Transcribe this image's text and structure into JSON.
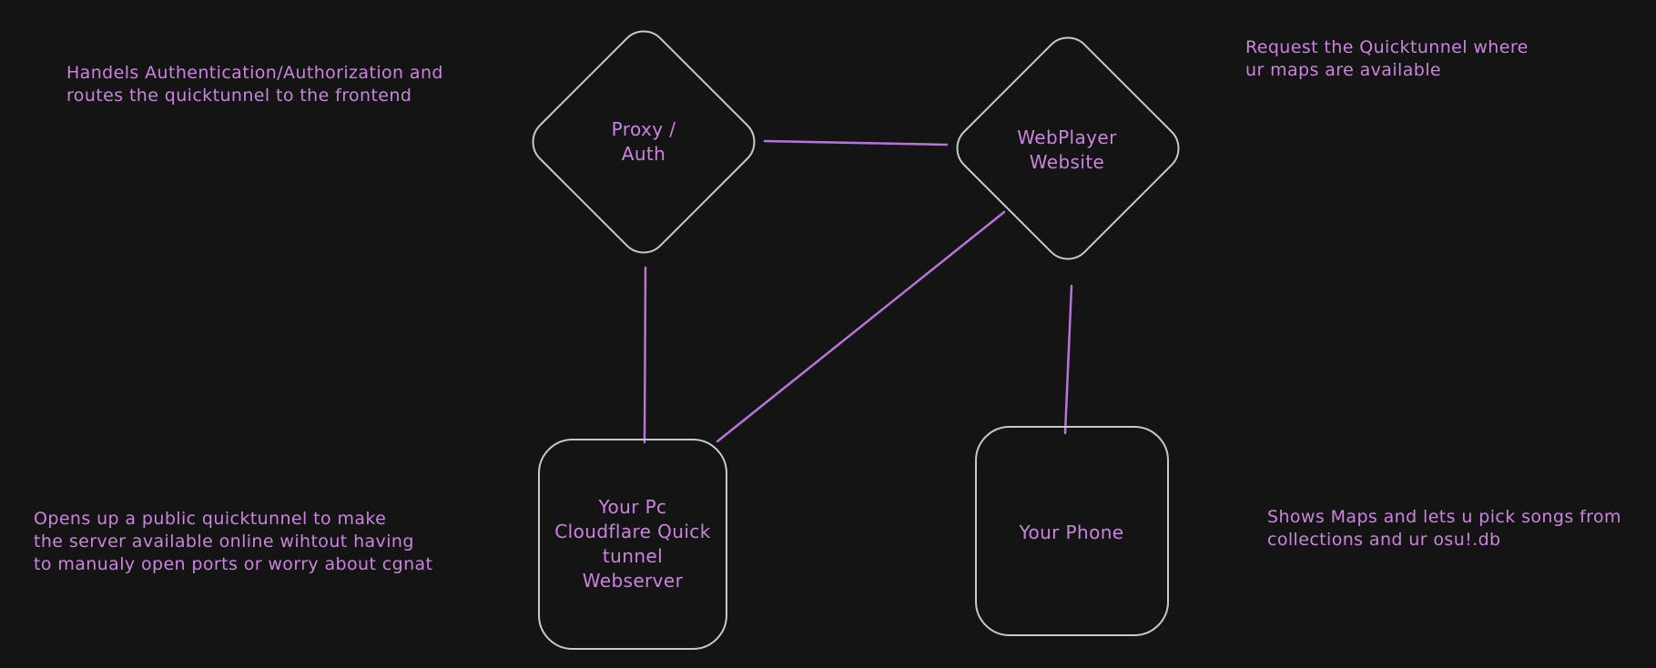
{
  "app": {
    "name": "whiteboard-diagram-canvas",
    "theme": "dark"
  },
  "colors": {
    "canvas_bg": "#141414",
    "shape_stroke": "#c6cacd",
    "text_purple": "#ca84de",
    "line_purple": "#bb72dd"
  },
  "nodes": {
    "proxy": {
      "shape": "diamond",
      "label": "Proxy /\nAuth"
    },
    "webplayer": {
      "shape": "diamond",
      "label": "WebPlayer\nWebsite"
    },
    "yourpc": {
      "shape": "rounded-rectangle",
      "label": "Your Pc\nCloudflare Quick\ntunnel\nWebserver"
    },
    "phone": {
      "shape": "rounded-rectangle",
      "label": "Your Phone"
    }
  },
  "edges": [
    {
      "from": "proxy",
      "to": "webplayer"
    },
    {
      "from": "proxy",
      "to": "yourpc"
    },
    {
      "from": "webplayer",
      "to": "yourpc"
    },
    {
      "from": "webplayer",
      "to": "phone"
    }
  ],
  "annotations": {
    "top_left": "Handels Authentication/Authorization and\nroutes the quicktunnel to the frontend",
    "top_right": "Request the Quicktunnel where\nur maps are available",
    "bottom_left": "Opens up a public quicktunnel to make\nthe server available online wihtout having\nto manualy open ports or worry about cgnat",
    "bottom_right": "Shows Maps and lets u pick songs from\ncollections and ur osu!.db"
  }
}
